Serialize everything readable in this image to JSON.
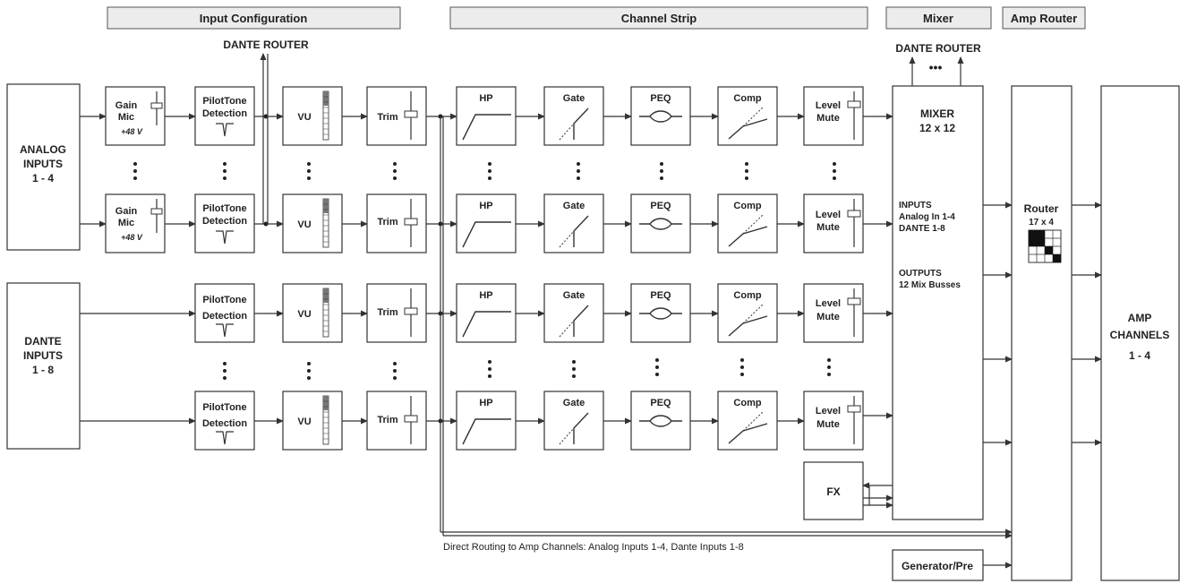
{
  "headers": {
    "input_configuration": "Input Configuration",
    "channel_strip": "Channel Strip",
    "mixer": "Mixer",
    "amp_router": "Amp Router"
  },
  "dante_router_left": "DANTE ROUTER",
  "dante_router_right": "DANTE ROUTER",
  "analog_inputs": {
    "line1": "ANALOG",
    "line2": "INPUTS",
    "line3": "1 - 4"
  },
  "dante_inputs": {
    "line1": "DANTE",
    "line2": "INPUTS",
    "line3": "1 - 8"
  },
  "gain": {
    "line1": "Gain",
    "line2": "Mic",
    "phantom": "+48 V"
  },
  "pilot": {
    "line1": "PilotTone",
    "line2": "Detection"
  },
  "vu": "VU",
  "trim": "Trim",
  "hp": "HP",
  "gate": "Gate",
  "peq": "PEQ",
  "comp": "Comp",
  "level": {
    "line1": "Level",
    "line2": "Mute"
  },
  "mixer": {
    "title1": "MIXER",
    "title2": "12 x 12",
    "inputs_title": "INPUTS",
    "inputs_line1": "Analog In 1-4",
    "inputs_line2": "DANTE 1-8",
    "outputs_title": "OUTPUTS",
    "outputs_line1": "12 Mix Busses"
  },
  "router": {
    "title": "Router",
    "size": "17 x 4"
  },
  "amp": {
    "line1": "AMP",
    "line2": "CHANNELS",
    "line3": "1 - 4"
  },
  "fx": "FX",
  "generator": "Generator/Pre",
  "direct_routing": "Direct Routing to Amp Channels: Analog Inputs 1-4, Dante Inputs 1-8",
  "ellipsis_dots": "•••"
}
